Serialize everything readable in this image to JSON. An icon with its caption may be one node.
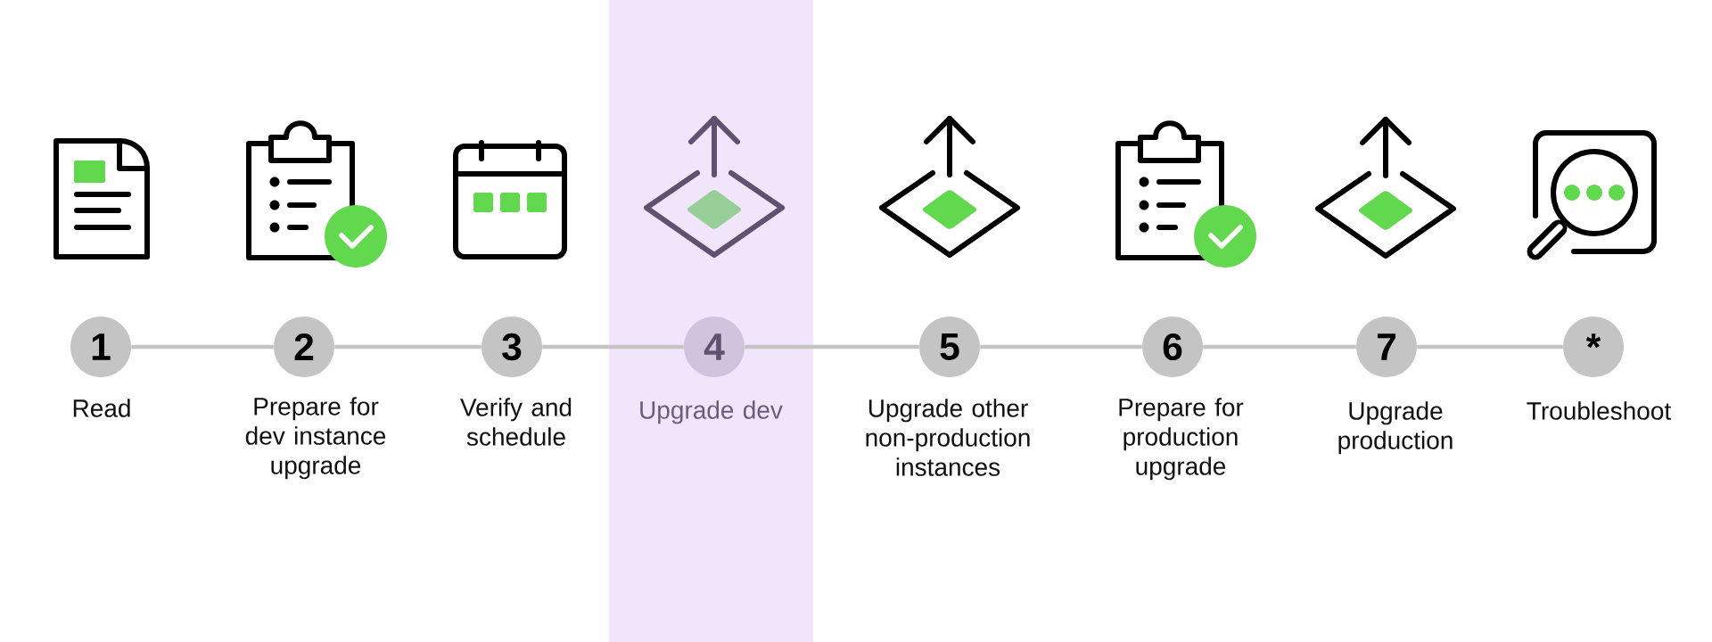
{
  "diagram": {
    "nodes": [
      {
        "text": [
          "1"
        ],
        "beside": [
          "Read"
        ]
      },
      {
        "text": [
          "2"
        ],
        "beside": [
          "Prepare for dev instance upgrade"
        ]
      },
      {
        "text": [
          "3"
        ],
        "beside": [
          "Verify and schedule"
        ]
      },
      {
        "text": [],
        "shape": "band"
      },
      {
        "text": [
          "4"
        ],
        "beside": [
          "Upgrade dev"
        ],
        "in": 3
      },
      {
        "text": [
          "5"
        ],
        "beside": [
          "Upgrade other non-production instances"
        ]
      },
      {
        "text": [
          "6"
        ],
        "beside": [
          "Prepare for production upgrade"
        ]
      },
      {
        "text": [
          "7"
        ],
        "beside": [
          "Upgrade production"
        ]
      },
      {
        "text": [
          "*"
        ],
        "beside": [
          "Troubleshoot"
        ]
      }
    ],
    "edges": [
      {
        "from": 0,
        "to": 1,
        "arrow": "none"
      },
      {
        "from": 1,
        "to": 2,
        "arrow": "none"
      },
      {
        "from": 2,
        "to": 4,
        "arrow": "none"
      },
      {
        "from": 4,
        "to": 5,
        "arrow": "none"
      },
      {
        "from": 5,
        "to": 6,
        "arrow": "none"
      },
      {
        "from": 6,
        "to": 7,
        "arrow": "none"
      },
      {
        "from": 7,
        "to": 8,
        "arrow": "none"
      }
    ]
  }
}
